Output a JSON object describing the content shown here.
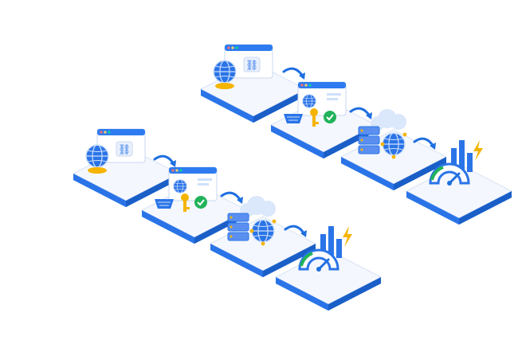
{
  "illustration": {
    "flows": [
      {
        "steps": [
          "globe-link",
          "cart-key-check",
          "server-cloud-globe",
          "speed-gauge"
        ]
      },
      {
        "steps": [
          "globe-link",
          "cart-key-check",
          "server-cloud-globe",
          "speed-gauge"
        ]
      }
    ]
  },
  "colors": {
    "platform_top": "#f4f7fd",
    "platform_side": "#1f6fe0",
    "blue": "#2a74e8",
    "light_blue": "#cfe0fb",
    "gold": "#f5b400",
    "green": "#21b35a",
    "window_bar": "#2e7bf0"
  }
}
